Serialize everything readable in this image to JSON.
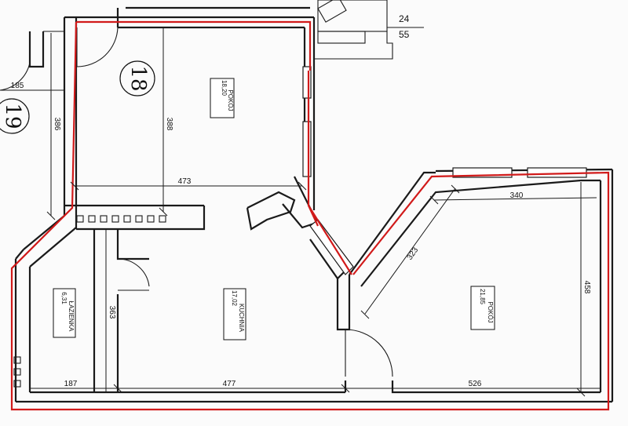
{
  "rooms": {
    "r18": "18",
    "r19": "19"
  },
  "room_labels": {
    "room_top": {
      "name": "POKÓJ",
      "area": "18,20"
    },
    "room_right": {
      "name": "POKÓJ",
      "area": "21,85"
    },
    "kitchen": {
      "name": "KUCHNIA",
      "area": "17,02"
    },
    "bathroom": {
      "name": "ŁAZIENKA",
      "area": "6,31"
    }
  },
  "dimensions": {
    "d185": "185",
    "d386": "386",
    "d388": "388",
    "d473": "473",
    "d340": "340",
    "d458": "458",
    "d323": "323",
    "d363": "363",
    "d187": "187",
    "d477": "477",
    "d526": "526",
    "top_24": "24",
    "top_55": "55"
  },
  "colors": {
    "outline": "#d11a1a",
    "wall": "#1a1a1a"
  }
}
